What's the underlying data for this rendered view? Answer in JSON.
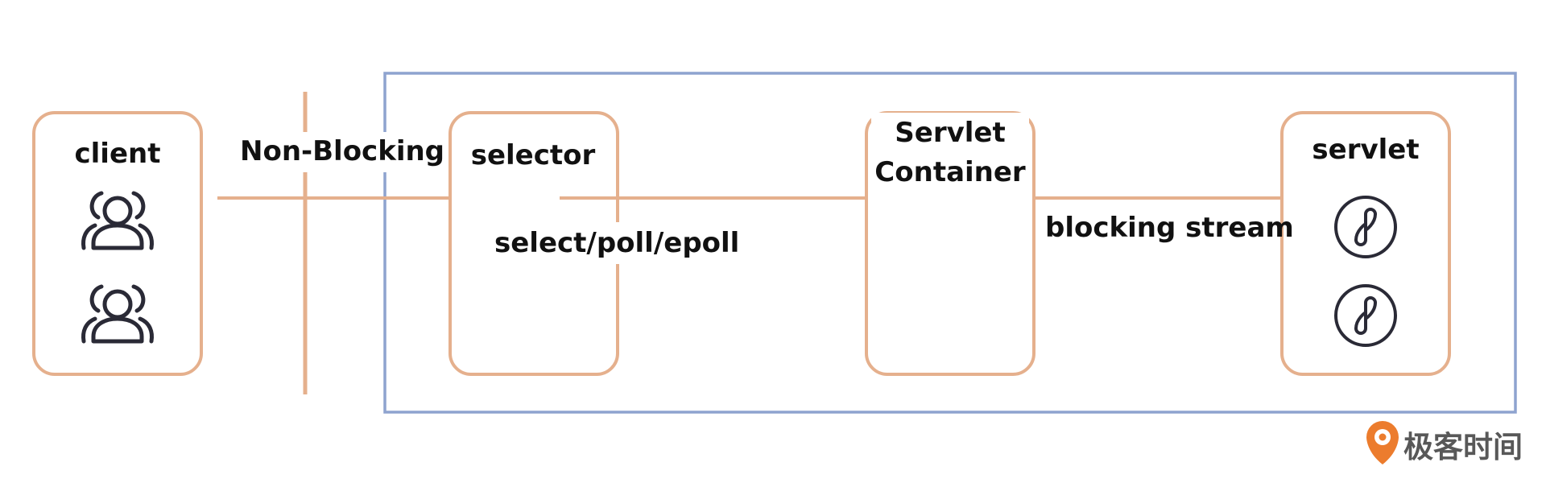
{
  "nodes": {
    "client": {
      "label": "client"
    },
    "selector": {
      "label": "selector"
    },
    "container": {
      "label_line1": "Servlet",
      "label_line2": "Container"
    },
    "servlet": {
      "label": "servlet"
    }
  },
  "edges": {
    "non_blocking": "Non-Blocking",
    "select_poll_epoll": "select/poll/epoll",
    "blocking_stream": "blocking stream"
  },
  "icons": {
    "client": [
      "users-icon",
      "users-icon"
    ],
    "servlet": [
      "link-icon",
      "link-icon"
    ]
  },
  "watermark": {
    "text": "极客时间"
  },
  "colors": {
    "node_border": "#E5B08D",
    "connector": "#E5B08D",
    "boundary": "#8EA3CF",
    "text": "#111111",
    "icon": "#2A2A36",
    "watermark_orange": "#EC7C2D",
    "watermark_text": "#585858"
  }
}
